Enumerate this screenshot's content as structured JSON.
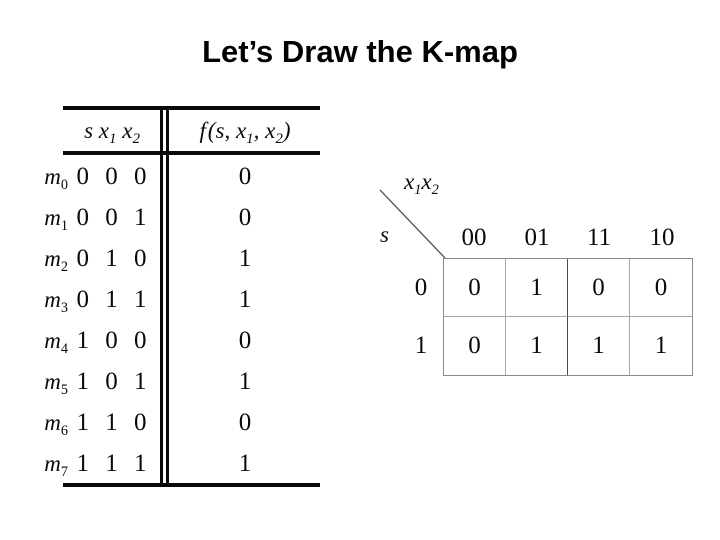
{
  "slide": {
    "title": "Let’s Draw the K-map",
    "background_color": "#ffffff",
    "text_color": "#0a0a0a",
    "grid_line_color": "#8a8a8a"
  },
  "truth_table": {
    "header": {
      "inputs_prefix": "s",
      "inputs_label": "s x1 x2",
      "output_label": "f (s, x1, x2)"
    },
    "rows": [
      {
        "minterm": "m",
        "index": "0",
        "bits": "0 0 0",
        "output": "0"
      },
      {
        "minterm": "m",
        "index": "1",
        "bits": "0 0 1",
        "output": "0"
      },
      {
        "minterm": "m",
        "index": "2",
        "bits": "0 1 0",
        "output": "1"
      },
      {
        "minterm": "m",
        "index": "3",
        "bits": "0 1 1",
        "output": "1"
      },
      {
        "minterm": "m",
        "index": "4",
        "bits": "1 0 0",
        "output": "0"
      },
      {
        "minterm": "m",
        "index": "5",
        "bits": "1 0 1",
        "output": "1"
      },
      {
        "minterm": "m",
        "index": "6",
        "bits": "1 1 0",
        "output": "0"
      },
      {
        "minterm": "m",
        "index": "7",
        "bits": "1 1 1",
        "output": "1"
      }
    ]
  },
  "kmap": {
    "col_var_label": "x1x2",
    "col_var_base": "x",
    "row_var_label": "s",
    "col_headers": [
      "00",
      "01",
      "11",
      "10"
    ],
    "row_headers": [
      "0",
      "1"
    ],
    "cells": [
      [
        "0",
        "1",
        "0",
        "0"
      ],
      [
        "0",
        "1",
        "1",
        "1"
      ]
    ]
  }
}
